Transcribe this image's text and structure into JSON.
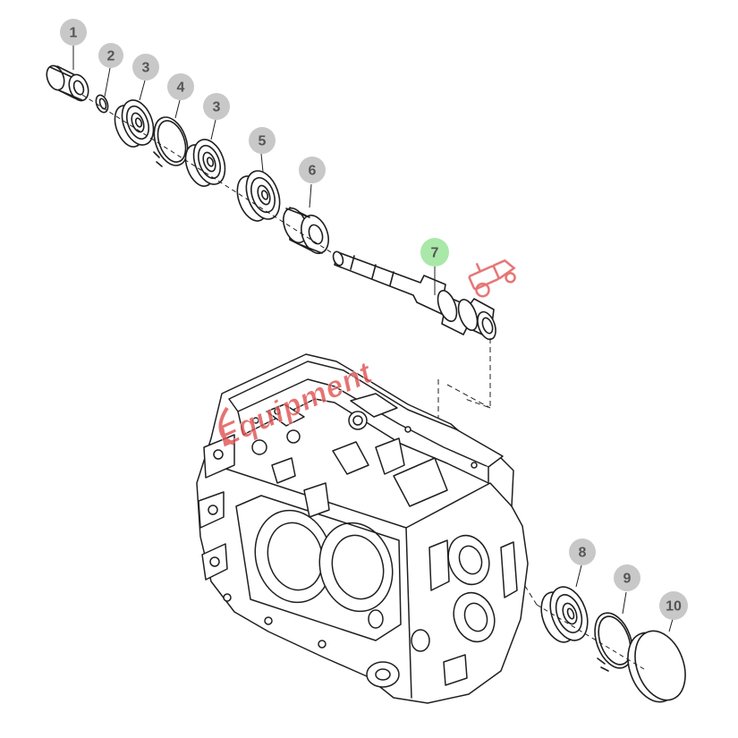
{
  "colors": {
    "line": "#1f1f1f",
    "callout": "#c8c8c8",
    "callout_highlight": "#a9e8a9",
    "callout_text": "#555555",
    "watermark": "#e05050"
  },
  "callouts": [
    {
      "id": "c1",
      "label": "1"
    },
    {
      "id": "c2",
      "label": "2"
    },
    {
      "id": "c3a",
      "label": "3"
    },
    {
      "id": "c4",
      "label": "4"
    },
    {
      "id": "c3b",
      "label": "3"
    },
    {
      "id": "c5",
      "label": "5"
    },
    {
      "id": "c6",
      "label": "6"
    },
    {
      "id": "c7",
      "label": "7",
      "highlighted": true
    },
    {
      "id": "c8",
      "label": "8"
    },
    {
      "id": "c9",
      "label": "9"
    },
    {
      "id": "c10",
      "label": "10"
    }
  ],
  "watermark": {
    "text": "Equipment",
    "icon": "tractor-icon"
  }
}
